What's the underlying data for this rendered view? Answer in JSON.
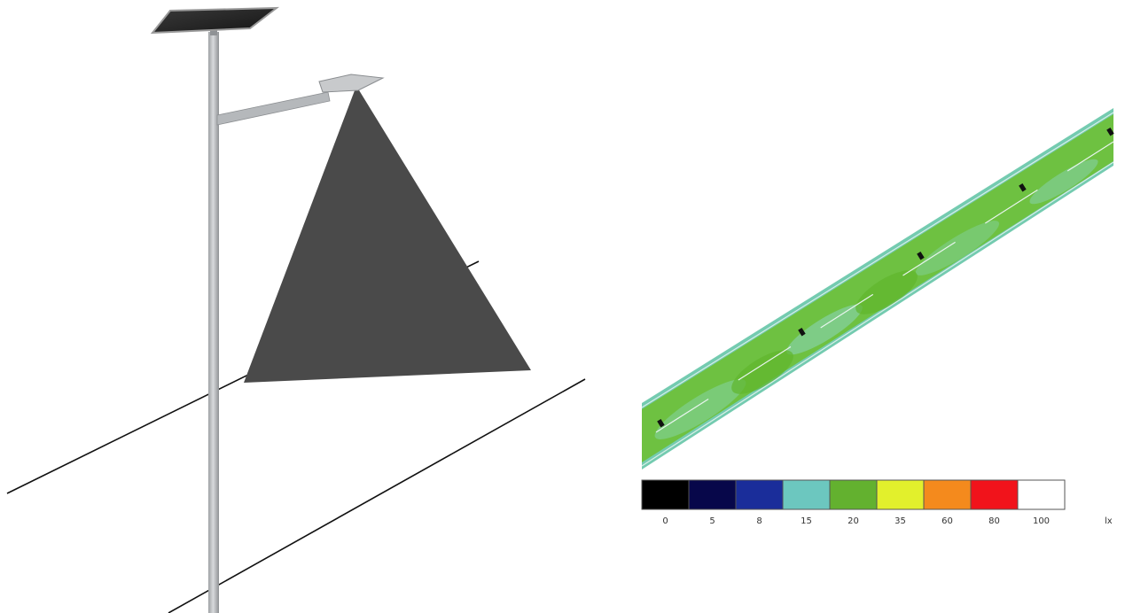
{
  "lamp": {
    "icon": "solar-street-light-icon",
    "panel_color": "#2a2a2a",
    "pole_color": "#b9bcbf",
    "beam_color": "#4a4a4a"
  },
  "illuminance_map": {
    "road_base_color": "#70c9a8",
    "lit_color": "#6ec037",
    "legend": {
      "unit": "lx",
      "entries": [
        {
          "label": "0",
          "color": "#000000"
        },
        {
          "label": "5",
          "color": "#07074a"
        },
        {
          "label": "8",
          "color": "#1a2d9a"
        },
        {
          "label": "15",
          "color": "#6cc7bf"
        },
        {
          "label": "20",
          "color": "#63b12f"
        },
        {
          "label": "35",
          "color": "#e2f02c"
        },
        {
          "label": "60",
          "color": "#f48a1d"
        },
        {
          "label": "80",
          "color": "#f1131b"
        },
        {
          "label": "100",
          "color": "#ffffff"
        }
      ]
    }
  }
}
